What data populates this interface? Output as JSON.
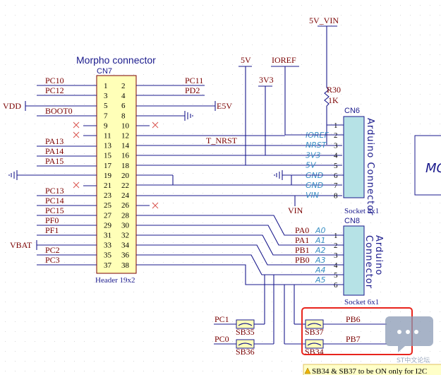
{
  "morpho": {
    "title": "Morpho connector",
    "ref": "CN7",
    "footprint": "Header 19x2",
    "left_pins": [
      "1",
      "3",
      "5",
      "7",
      "9",
      "11",
      "13",
      "15",
      "17",
      "19",
      "21",
      "23",
      "25",
      "27",
      "29",
      "31",
      "33",
      "35",
      "37"
    ],
    "right_pins": [
      "2",
      "4",
      "6",
      "8",
      "10",
      "12",
      "14",
      "16",
      "18",
      "20",
      "22",
      "24",
      "26",
      "28",
      "30",
      "32",
      "34",
      "36",
      "38"
    ],
    "left_nets": {
      "r1": "PC10",
      "r2": "PC12",
      "r3": "VDD",
      "r4": "BOOT0",
      "r7": "PA13",
      "r8": "PA14",
      "r9": "PA15",
      "r12": "PC13",
      "r13": "PC14",
      "r14": "PC15",
      "r15": "PF0",
      "r16": "PF1",
      "r17": "VBAT",
      "r18": "PC2",
      "r19": "PC3"
    },
    "right_nets": {
      "r1": "PC11",
      "r2": "PD2",
      "r3": "E5V",
      "r7": "T_NRST"
    }
  },
  "power": {
    "v5": "5V",
    "v3": "3V3",
    "ioref": "IOREF",
    "v5vin": "5V_VIN",
    "vin": "VIN"
  },
  "resistor": {
    "ref": "R30",
    "value": "1K"
  },
  "cn6": {
    "ref": "CN6",
    "title": "Arduino Connector",
    "footprint": "Socket 8x1",
    "labels": [
      "IOREF",
      "NRST",
      "3V3",
      "5V",
      "GND",
      "GND",
      "VIN"
    ],
    "pins": [
      "1",
      "2",
      "3",
      "4",
      "5",
      "6",
      "7",
      "8"
    ]
  },
  "cn8": {
    "ref": "CN8",
    "title_line1": "Arduino",
    "title_line2": "Connector",
    "footprint": "Socket 6x1",
    "labels": [
      "A0",
      "A1",
      "A2",
      "A3",
      "A4",
      "A5"
    ],
    "ports": [
      "PA0",
      "PA1",
      "PB1",
      "PB0"
    ],
    "pins": [
      "1",
      "2",
      "3",
      "4",
      "5",
      "6"
    ]
  },
  "bridges": {
    "sb35": "SB35",
    "sb36": "SB36",
    "sb37": "SB37",
    "sb34": "SB34",
    "pc1": "PC1",
    "pc0": "PC0",
    "pb6": "PB6",
    "pb7": "PB7"
  },
  "mcu_label": "MC",
  "footnote": "SB34 & SB37 to be ON only for I2C",
  "watermark": "ST中文论坛",
  "colors": {
    "wire": "#1a1a8c",
    "net_label": "#7a0000",
    "part_fill": "#ffffb8",
    "connector_fill": "#b6e2e6",
    "highlight": "#e8241c",
    "no_connect": "#d9534f",
    "watermark": "#7a8ba8"
  },
  "icons": [
    "ground-symbol-icon",
    "no-connect-icon",
    "chat-bubble-icon",
    "warning-icon"
  ]
}
